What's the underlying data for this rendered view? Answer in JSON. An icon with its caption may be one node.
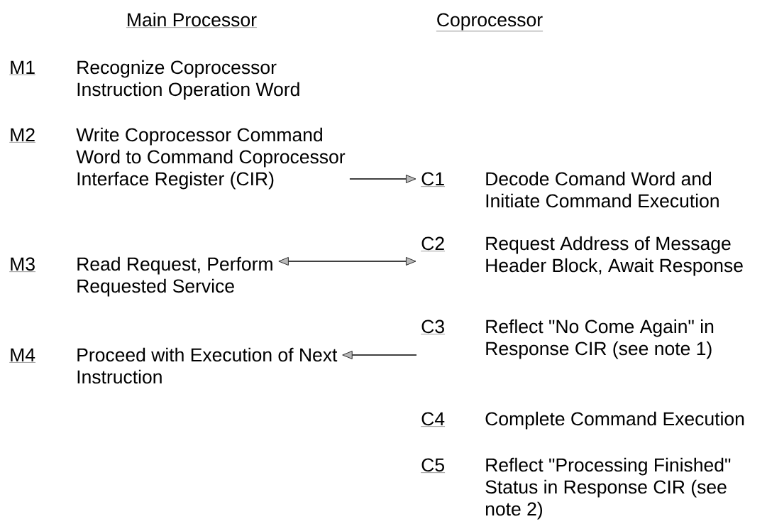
{
  "diagram": {
    "nodes": [
      {
        "text": [
          "M1",
          "Recognize Coprocessor Instruction Operation Word"
        ]
      },
      {
        "text": [
          "M2",
          "Write Coprocessor Command Word to Command Coprocessor Interface Register (CIR)"
        ]
      },
      {
        "text": [
          "M3",
          "Read Request, Perform Requested Service"
        ]
      },
      {
        "text": [
          "M4",
          "Proceed with Execution of Next Instruction"
        ]
      },
      {
        "text": [
          "C1",
          "Decode Comand Word and Initiate Command Execution"
        ]
      },
      {
        "text": [
          "C2",
          "Request Address of Message Header Block, Await Response"
        ]
      },
      {
        "text": [
          "C3",
          "Reflect \"No Come Again\" in Response CIR (see note 1)"
        ]
      },
      {
        "text": [
          "C4",
          "Complete Command Execution"
        ]
      },
      {
        "text": [
          "C5",
          "Reflect \"Processing Finished\" Status in Response CIR (see note 2)"
        ]
      }
    ],
    "edges": [
      {
        "from": 1,
        "to": 4,
        "arrow": "to"
      },
      {
        "from": 2,
        "to": 5,
        "arrow": "both"
      },
      {
        "from": 6,
        "to": 3,
        "arrow": "to"
      }
    ],
    "labels": [
      "Main Processor",
      "Coprocessor"
    ]
  }
}
